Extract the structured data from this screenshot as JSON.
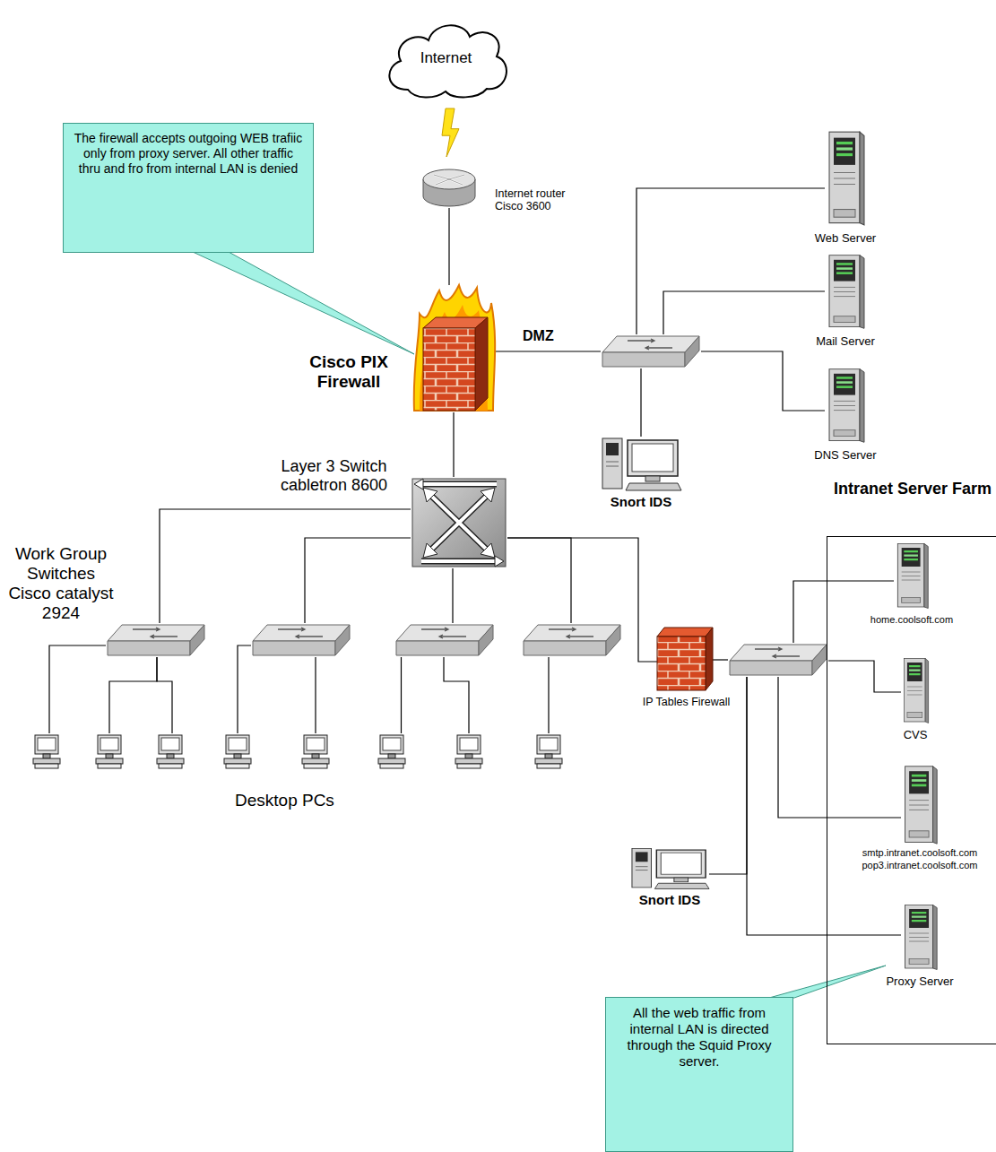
{
  "diagram": {
    "nodes": [
      {
        "text": [
          "Internet"
        ]
      },
      {
        "text": [
          "Internet router Cisco 3600"
        ]
      },
      {
        "text": [
          "Cisco PIX Firewall"
        ]
      },
      {
        "text": [
          "The firewall accepts outgoing WEB trafiic only from proxy server. All other traffic thru and fro from internal LAN is denied"
        ]
      },
      {
        "text": []
      },
      {
        "text": [
          "Web Server"
        ]
      },
      {
        "text": [
          "Mail Server"
        ]
      },
      {
        "text": [
          "DNS Server"
        ]
      },
      {
        "text": [
          "Snort IDS"
        ]
      },
      {
        "text": [
          "Layer 3 Switch cabletron 8600"
        ]
      },
      {
        "text": [
          "Work Group Switches Cisco catalyst 2924"
        ]
      },
      {
        "text": []
      },
      {
        "text": []
      },
      {
        "text": []
      },
      {
        "text": []
      },
      {
        "text": []
      },
      {
        "text": []
      },
      {
        "text": []
      },
      {
        "text": []
      },
      {
        "text": []
      },
      {
        "text": []
      },
      {
        "text": []
      },
      {
        "text": [
          "IP Tables Firewall"
        ]
      },
      {
        "text": []
      },
      {
        "text": [
          "Intranet Server Farm"
        ]
      },
      {
        "text": [
          "home.coolsoft.com"
        ],
        "in": 24
      },
      {
        "text": [
          "CVS"
        ],
        "in": 24
      },
      {
        "text": [
          "smtp.intranet.coolsoft.com",
          "pop3.intranet.coolsoft.com"
        ],
        "in": 24
      },
      {
        "text": [
          "Proxy Server"
        ],
        "in": 24
      },
      {
        "text": [
          "Snort IDS"
        ]
      },
      {
        "text": [
          "All the web traffic from internal LAN is directed through the Squid Proxy server."
        ]
      }
    ],
    "edges": [
      {
        "from": 0,
        "to": 1,
        "arrow": "none"
      },
      {
        "from": 1,
        "to": 2,
        "arrow": "none"
      },
      {
        "from": 2,
        "to": 4,
        "arrow": "none"
      },
      {
        "from": 4,
        "to": 5,
        "arrow": "none"
      },
      {
        "from": 4,
        "to": 6,
        "arrow": "none"
      },
      {
        "from": 4,
        "to": 7,
        "arrow": "none"
      },
      {
        "from": 4,
        "to": 8,
        "arrow": "none"
      },
      {
        "from": 2,
        "to": 9,
        "arrow": "none"
      },
      {
        "from": 9,
        "to": 10,
        "arrow": "none"
      },
      {
        "from": 9,
        "to": 11,
        "arrow": "none"
      },
      {
        "from": 9,
        "to": 12,
        "arrow": "none"
      },
      {
        "from": 9,
        "to": 13,
        "arrow": "none"
      },
      {
        "from": 10,
        "to": 14,
        "arrow": "none"
      },
      {
        "from": 10,
        "to": 15,
        "arrow": "none"
      },
      {
        "from": 10,
        "to": 16,
        "arrow": "none"
      },
      {
        "from": 11,
        "to": 17,
        "arrow": "none"
      },
      {
        "from": 11,
        "to": 18,
        "arrow": "none"
      },
      {
        "from": 12,
        "to": 19,
        "arrow": "none"
      },
      {
        "from": 12,
        "to": 20,
        "arrow": "none"
      },
      {
        "from": 13,
        "to": 21,
        "arrow": "none"
      },
      {
        "from": 9,
        "to": 22,
        "arrow": "none"
      },
      {
        "from": 22,
        "to": 23,
        "arrow": "none"
      },
      {
        "from": 23,
        "to": 25,
        "arrow": "none"
      },
      {
        "from": 23,
        "to": 26,
        "arrow": "none"
      },
      {
        "from": 23,
        "to": 27,
        "arrow": "none"
      },
      {
        "from": 23,
        "to": 28,
        "arrow": "none"
      },
      {
        "from": 23,
        "to": 29,
        "arrow": "none"
      }
    ],
    "labels": [
      "DMZ",
      "Desktop PCs"
    ]
  }
}
